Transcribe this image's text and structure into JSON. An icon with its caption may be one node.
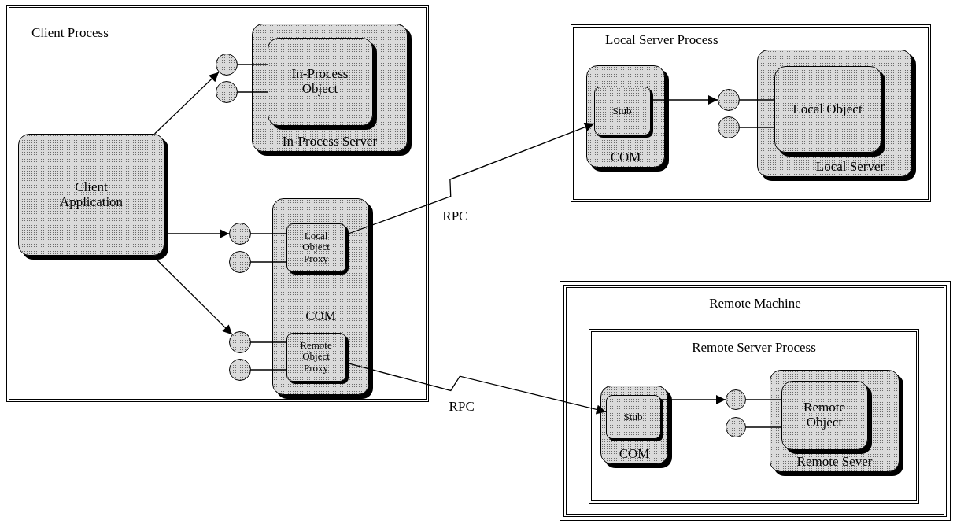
{
  "diagram": {
    "nodes": [
      {
        "text": [
          "Client Process"
        ]
      },
      {
        "text": [
          "In-Process Server"
        ],
        "in": 0
      },
      {
        "text": [
          "In-Process Object"
        ],
        "in": 1
      },
      {
        "text": [],
        "shape": "circle",
        "in": 0
      },
      {
        "text": [],
        "shape": "circle",
        "in": 0
      },
      {
        "text": [
          "Client Application"
        ],
        "in": 0
      },
      {
        "text": [
          "COM"
        ],
        "in": 0
      },
      {
        "text": [
          "Local Object Proxy"
        ],
        "in": 6
      },
      {
        "text": [],
        "shape": "circle",
        "in": 0
      },
      {
        "text": [],
        "shape": "circle",
        "in": 0
      },
      {
        "text": [
          "Remote Object Proxy"
        ],
        "in": 6
      },
      {
        "text": [],
        "shape": "circle",
        "in": 0
      },
      {
        "text": [],
        "shape": "circle",
        "in": 0
      },
      {
        "text": [
          "Local Server Process"
        ]
      },
      {
        "text": [
          "COM"
        ],
        "in": 13
      },
      {
        "text": [
          "Stub"
        ],
        "in": 14
      },
      {
        "text": [],
        "shape": "circle",
        "in": 13
      },
      {
        "text": [],
        "shape": "circle",
        "in": 13
      },
      {
        "text": [
          "Local Server"
        ],
        "in": 13
      },
      {
        "text": [
          "Local Object"
        ],
        "in": 18
      },
      {
        "text": [
          "Remote Machine"
        ]
      },
      {
        "text": [
          "Remote Server Process"
        ],
        "in": 20
      },
      {
        "text": [
          "COM"
        ],
        "in": 21
      },
      {
        "text": [
          "Stub"
        ],
        "in": 22
      },
      {
        "text": [],
        "shape": "circle",
        "in": 21
      },
      {
        "text": [],
        "shape": "circle",
        "in": 21
      },
      {
        "text": [
          "Remote Sever"
        ],
        "in": 21
      },
      {
        "text": [
          "Remote Object"
        ],
        "in": 26
      }
    ],
    "edges": [
      {
        "from": 5,
        "to": 3,
        "arrow": "to"
      },
      {
        "from": 5,
        "to": 8,
        "arrow": "to"
      },
      {
        "from": 5,
        "to": 11,
        "arrow": "to"
      },
      {
        "from": 3,
        "to": 2,
        "arrow": "none"
      },
      {
        "from": 4,
        "to": 2,
        "arrow": "none"
      },
      {
        "from": 8,
        "to": 7,
        "arrow": "none"
      },
      {
        "from": 9,
        "to": 7,
        "arrow": "none"
      },
      {
        "from": 11,
        "to": 10,
        "arrow": "none"
      },
      {
        "from": 12,
        "to": 10,
        "arrow": "none"
      },
      {
        "from": 7,
        "to": 15,
        "arrow": "to",
        "label": "RPC"
      },
      {
        "from": 10,
        "to": 23,
        "arrow": "to",
        "label": "RPC"
      },
      {
        "from": 15,
        "to": 16,
        "arrow": "to"
      },
      {
        "from": 16,
        "to": 19,
        "arrow": "none"
      },
      {
        "from": 17,
        "to": 19,
        "arrow": "none"
      },
      {
        "from": 23,
        "to": 24,
        "arrow": "to"
      },
      {
        "from": 24,
        "to": 27,
        "arrow": "none"
      },
      {
        "from": 25,
        "to": 27,
        "arrow": "none"
      }
    ]
  }
}
